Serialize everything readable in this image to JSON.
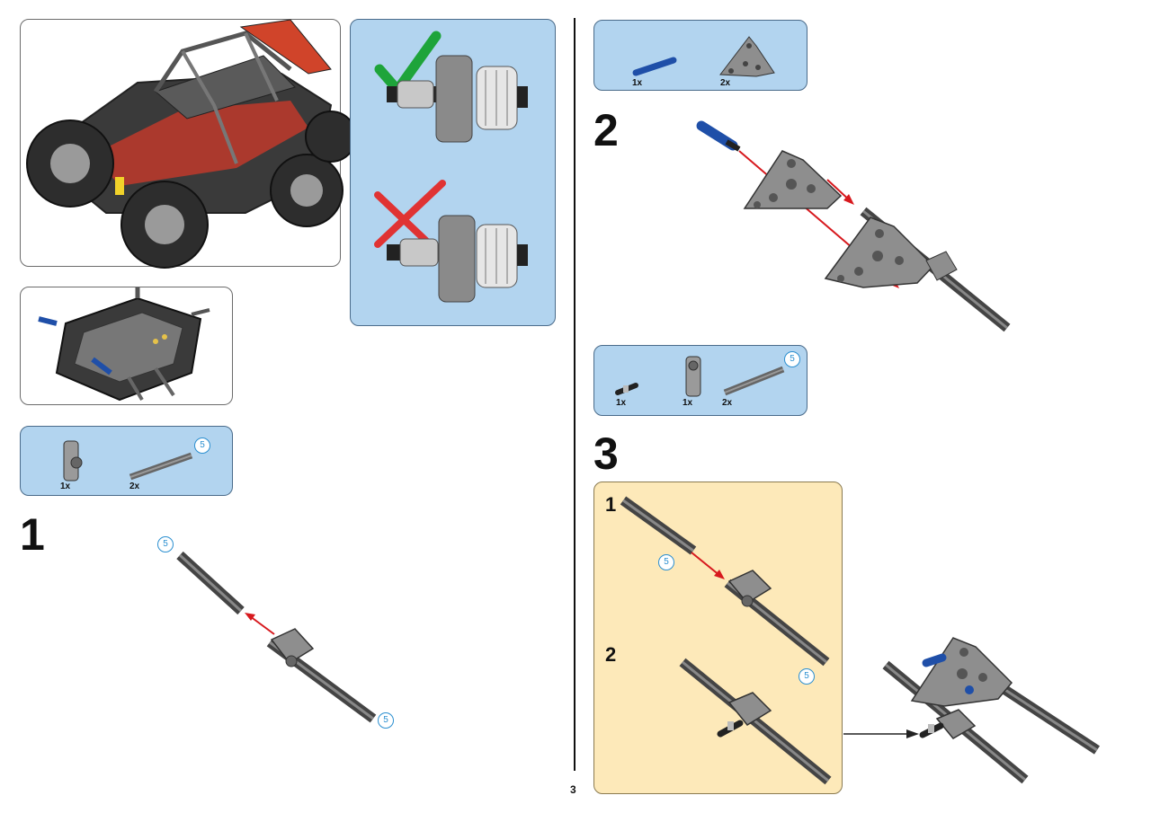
{
  "page": {
    "number": "3"
  },
  "parts_lists": {
    "left": {
      "items": [
        {
          "qty": "1x"
        },
        {
          "qty": "2x",
          "length": "5"
        }
      ]
    },
    "right_top": {
      "items": [
        {
          "qty": "1x"
        },
        {
          "qty": "2x"
        }
      ]
    },
    "right_mid": {
      "items": [
        {
          "qty": "1x"
        },
        {
          "qty": "1x"
        },
        {
          "qty": "2x",
          "length": "5"
        }
      ]
    }
  },
  "steps": {
    "step1": {
      "number": "1",
      "badge_a": "5",
      "badge_b": "5"
    },
    "step2": {
      "number": "2"
    },
    "step3": {
      "number": "3",
      "sub1": "1",
      "sub2": "2",
      "badge_a": "5",
      "badge_b": "5"
    }
  },
  "colors": {
    "callout_blue": "#b2d4ef",
    "subassembly_yellow": "#fde9b9",
    "arrow_red": "#d7191e",
    "check_green": "#1ea43a",
    "length_badge": "#2b8fd0"
  },
  "icons": {
    "correct": "check-mark-icon",
    "incorrect": "cross-mark-icon"
  }
}
